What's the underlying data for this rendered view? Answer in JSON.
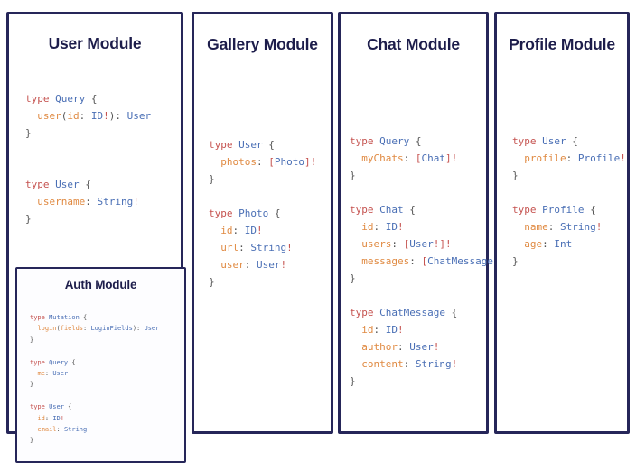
{
  "diagram": {
    "type": "graphql-schema-modules",
    "background_color": "#ffffff",
    "panel_border_color": "#262659",
    "title_color": "#1d1d4b",
    "syntax_colors": {
      "keyword": "#c5524f",
      "type_name": "#4a6fb5",
      "field_name": "#e08a42",
      "punctuation": "#555555",
      "non_null_bang": "#c5524f"
    }
  },
  "panels": {
    "user": {
      "title": "User Module",
      "code": "type Query {\n  user(id: ID!): User\n}\n\n\ntype User {\n  username: String!\n}"
    },
    "auth": {
      "title": "Auth Module",
      "code": "type Mutation {\n  login(fields: LoginFields): User\n}\n\ntype Query {\n  me: User\n}\n\ntype User {\n  id: ID!\n  email: String!\n}"
    },
    "gallery": {
      "title": "Gallery Module",
      "code": "type User {\n  photos: [Photo]!\n}\n\ntype Photo {\n  id: ID!\n  url: String!\n  user: User!\n}"
    },
    "chat": {
      "title": "Chat Module",
      "code": "type Query {\n  myChats: [Chat]!\n}\n\ntype Chat {\n  id: ID!\n  users: [User!]!\n  messages: [ChatMessage]!\n}\n\ntype ChatMessage {\n  id: ID!\n  author: User!\n  content: String!\n}"
    },
    "profile": {
      "title": "Profile Module",
      "code": "type User {\n  profile: Profile!\n}\n\ntype Profile {\n  name: String!\n  age: Int\n}"
    }
  }
}
